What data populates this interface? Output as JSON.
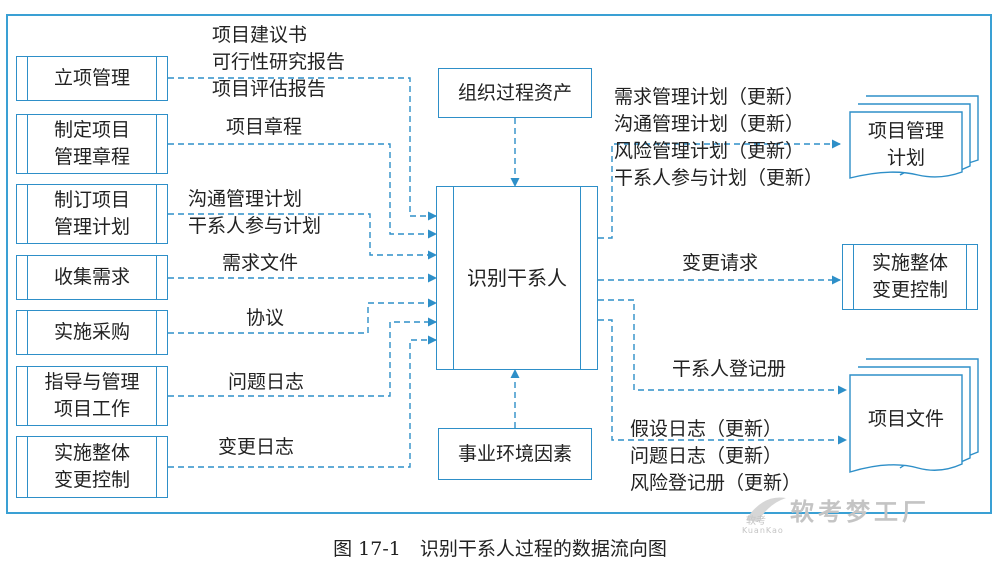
{
  "inputs": [
    {
      "label": "立项管理"
    },
    {
      "label": "制定项目\n管理章程"
    },
    {
      "label": "制订项目\n管理计划"
    },
    {
      "label": "收集需求"
    },
    {
      "label": "实施采购"
    },
    {
      "label": "指导与管理\n项目工作"
    },
    {
      "label": "实施整体\n变更控制"
    }
  ],
  "input_flows": [
    {
      "text": "项目建议书\n可行性研究报告\n项目评估报告"
    },
    {
      "text": "项目章程"
    },
    {
      "text": "沟通管理计划\n干系人参与计划"
    },
    {
      "text": "需求文件"
    },
    {
      "text": "协议"
    },
    {
      "text": "问题日志"
    },
    {
      "text": "变更日志"
    }
  ],
  "top_box": {
    "label": "组织过程资产"
  },
  "bottom_box": {
    "label": "事业环境因素"
  },
  "process": {
    "label": "识别干系人"
  },
  "outputs": [
    {
      "label": "项目管理\n计划"
    },
    {
      "label": "实施整体\n变更控制"
    },
    {
      "label": "项目文件"
    }
  ],
  "output_flows": [
    {
      "text": "需求管理计划（更新）\n沟通管理计划（更新）\n风险管理计划（更新）\n干系人参与计划（更新）"
    },
    {
      "text": "变更请求"
    },
    {
      "text": "干系人登记册"
    },
    {
      "text": "假设日志（更新）\n问题日志（更新）\n风险登记册（更新）"
    }
  ],
  "caption": "图 17-1　识别干系人过程的数据流向图",
  "watermark": {
    "text": "软考梦工厂",
    "small": "软考",
    "sub": "KuanKao"
  },
  "colors": {
    "line": "#2e8fc8",
    "frame": "#3aa0d4"
  }
}
